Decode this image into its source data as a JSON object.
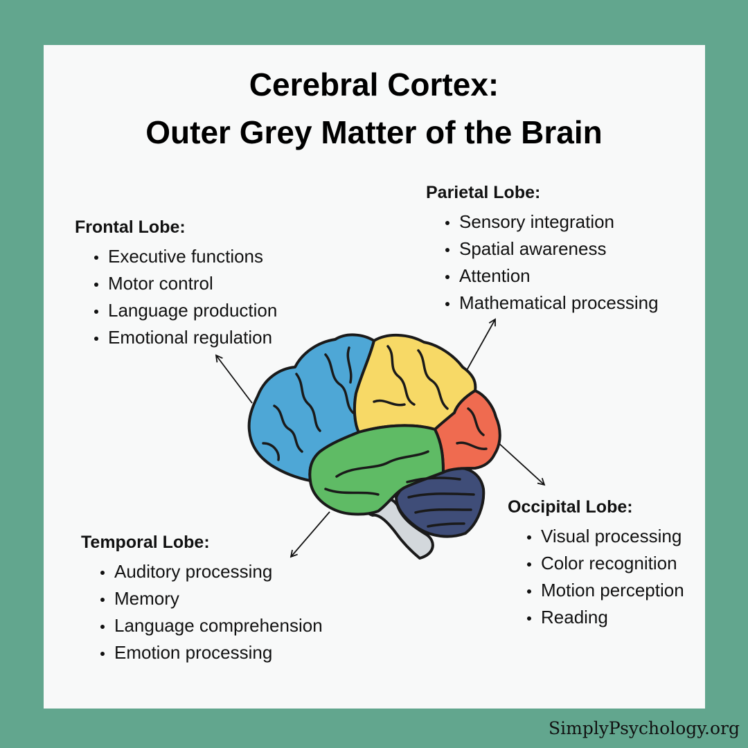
{
  "title": {
    "line1": "Cerebral Cortex:",
    "line2": "Outer Grey Matter of the Brain"
  },
  "lobes": {
    "frontal": {
      "heading": "Frontal Lobe:",
      "color": "#4ea7d6",
      "items": [
        "Executive functions",
        "Motor control",
        "Language production",
        "Emotional regulation"
      ]
    },
    "parietal": {
      "heading": "Parietal Lobe:",
      "color": "#f7d966",
      "items": [
        "Sensory integration",
        "Spatial awareness",
        "Attention",
        "Mathematical processing"
      ]
    },
    "temporal": {
      "heading": "Temporal Lobe:",
      "color": "#5fbb65",
      "items": [
        "Auditory processing",
        "Memory",
        "Language comprehension",
        "Emotion processing"
      ]
    },
    "occipital": {
      "heading": "Occipital Lobe:",
      "color": "#ef6b50",
      "items": [
        "Visual processing",
        "Color recognition",
        "Motion perception",
        "Reading"
      ]
    }
  },
  "colors": {
    "background": "#62a68e",
    "card": "#f8f9f9",
    "cerebellum": "#3f4d78",
    "brainstem": "#d3d8dc"
  },
  "credit": "SimplyPsychology.org"
}
